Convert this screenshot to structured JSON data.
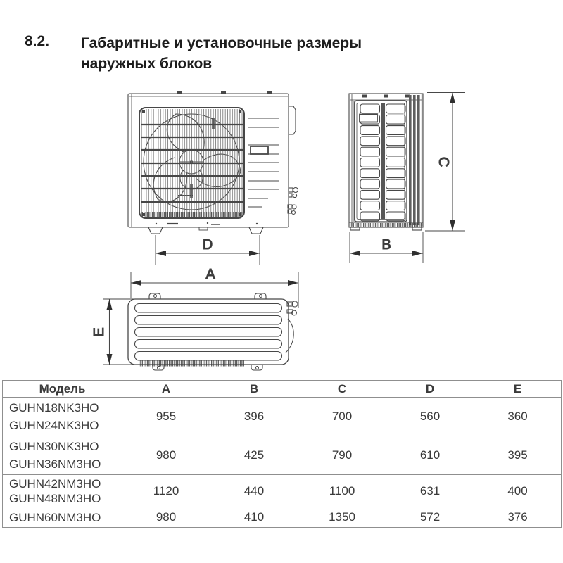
{
  "heading": {
    "number": "8.2.",
    "line1": "Габаритные и установочные размеры",
    "line2": "наружных блоков"
  },
  "drawings": {
    "views": [
      "front-view-outdoor-unit",
      "side-view-outdoor-unit",
      "top-view-outdoor-unit"
    ],
    "dim_labels": {
      "a": "A",
      "b": "B",
      "c": "C",
      "d": "D",
      "e": "E"
    }
  },
  "table": {
    "headers": [
      "Модель",
      "A",
      "B",
      "C",
      "D",
      "E"
    ],
    "rows": [
      {
        "models": [
          "GUHN18NK3HO",
          "GUHN24NK3HO"
        ],
        "values": [
          "955",
          "396",
          "700",
          "560",
          "360"
        ]
      },
      {
        "models": [
          "GUHN30NK3HO",
          "GUHN36NM3HO"
        ],
        "values": [
          "980",
          "425",
          "790",
          "610",
          "395"
        ]
      },
      {
        "models": [
          "GUHN42NM3HO",
          "GUHN48NM3HO"
        ],
        "values": [
          "1120",
          "440",
          "1100",
          "631",
          "400"
        ]
      },
      {
        "models": [
          "GUHN60NM3HO"
        ],
        "values": [
          "980",
          "410",
          "1350",
          "572",
          "376"
        ]
      }
    ]
  },
  "colors": {
    "background": "#ffffff",
    "drawing_line": "#474747",
    "table_border": "#8f8f8f",
    "text": "#333333",
    "heading_text": "#1d1d1d"
  }
}
